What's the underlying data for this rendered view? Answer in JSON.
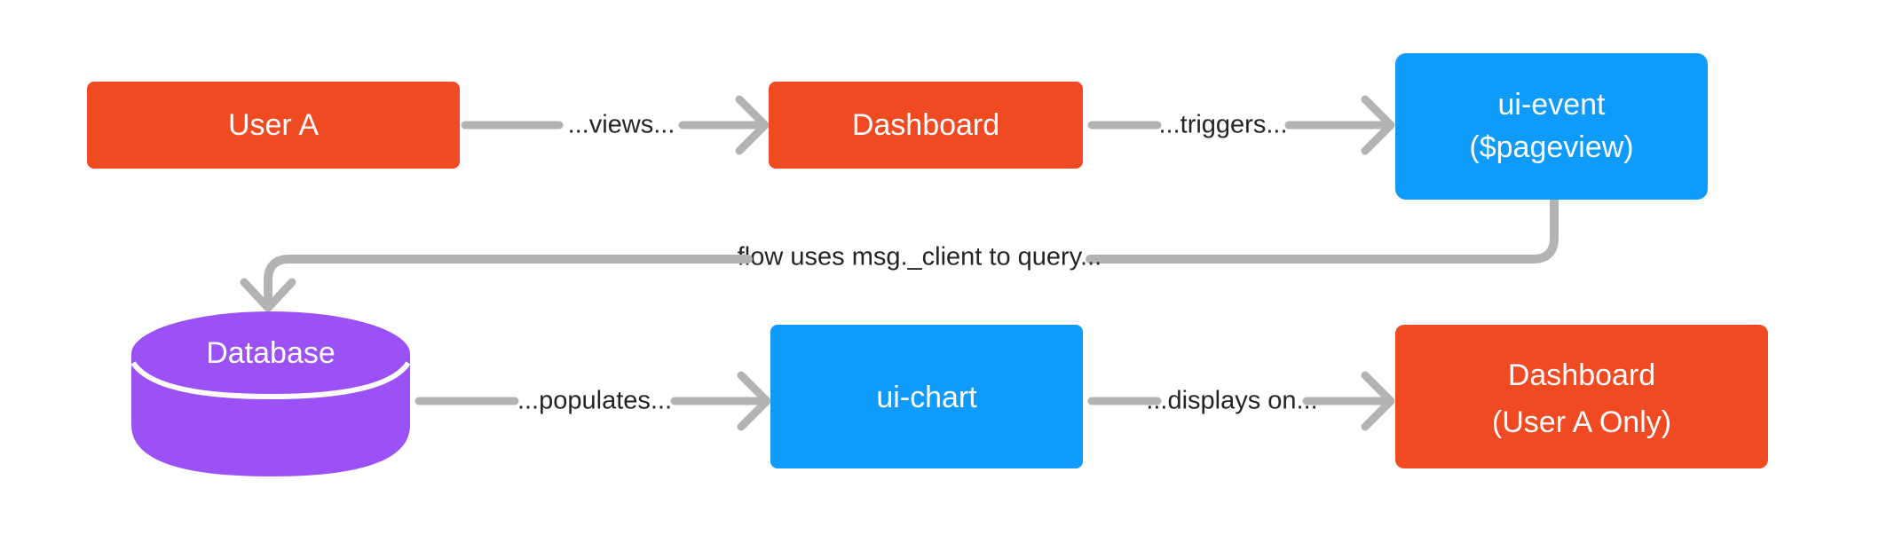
{
  "diagram": {
    "title": "Dashboard pageview event flow",
    "background": "#ffffff",
    "colors": {
      "orange": "#f04a23",
      "blue": "#0e9bfb",
      "purple": "#9b51f5",
      "edge_gray": "#b3b3b3",
      "label_text": "#242424",
      "node_text": "#ffffff"
    },
    "nodes": [
      {
        "id": "user-a",
        "shape": "rect",
        "color": "#f04a23",
        "lines": [
          "User A"
        ]
      },
      {
        "id": "dashboard-top",
        "shape": "rect",
        "color": "#f04a23",
        "lines": [
          "Dashboard"
        ]
      },
      {
        "id": "ui-event",
        "shape": "rect",
        "color": "#0e9bfb",
        "lines": [
          "ui-event",
          "($pageview)"
        ]
      },
      {
        "id": "database",
        "shape": "cylinder",
        "color": "#9b51f5",
        "lines": [
          "Database"
        ]
      },
      {
        "id": "ui-chart",
        "shape": "rect",
        "color": "#0e9bfb",
        "lines": [
          "ui-chart"
        ]
      },
      {
        "id": "dashboard-user-a",
        "shape": "rect",
        "color": "#f04a23",
        "lines": [
          "Dashboard",
          "(User A Only)"
        ]
      }
    ],
    "edges": [
      {
        "id": "e1",
        "from": "user-a",
        "to": "dashboard-top",
        "label": "...views..."
      },
      {
        "id": "e2",
        "from": "dashboard-top",
        "to": "ui-event",
        "label": "...triggers..."
      },
      {
        "id": "e3",
        "from": "ui-event",
        "to": "database",
        "label": "flow uses msg._client to query..."
      },
      {
        "id": "e4",
        "from": "database",
        "to": "ui-chart",
        "label": "...populates..."
      },
      {
        "id": "e5",
        "from": "ui-chart",
        "to": "dashboard-user-a",
        "label": "...displays on..."
      }
    ]
  }
}
